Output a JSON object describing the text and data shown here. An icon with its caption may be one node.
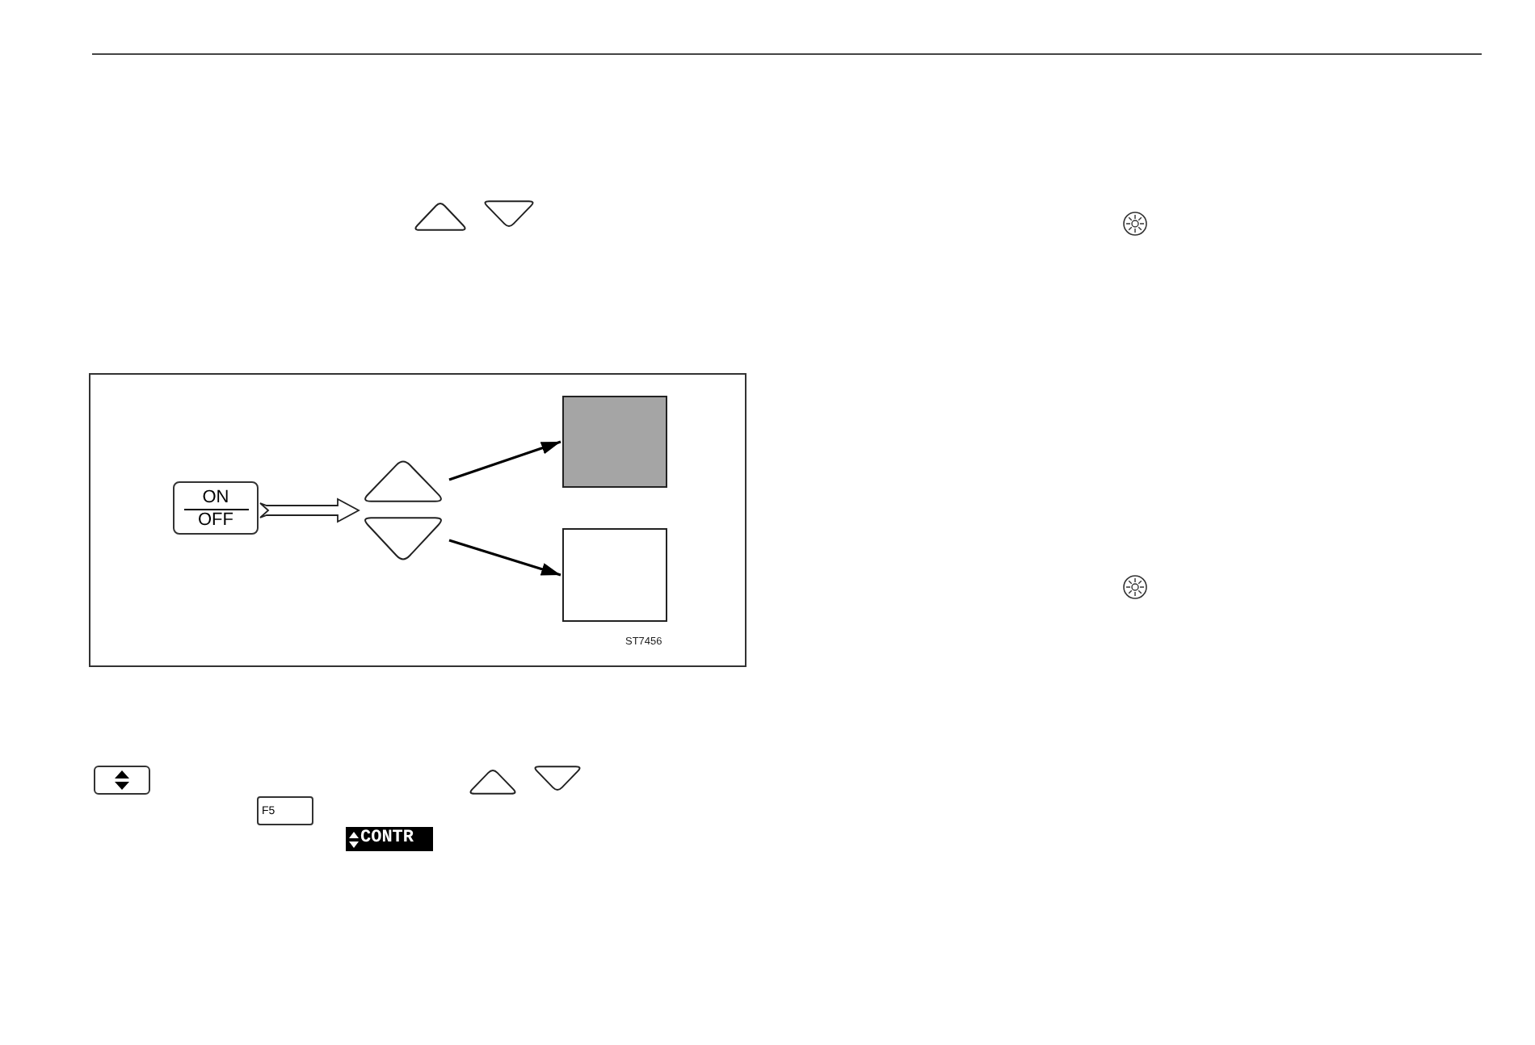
{
  "diagram": {
    "nodes": [
      {
        "text": [
          "ON",
          "OFF"
        ]
      },
      {
        "text": [],
        "shape": "triangle"
      },
      {
        "text": [],
        "shape": "triangle"
      },
      {
        "text": [],
        "shape": "box"
      },
      {
        "text": [],
        "shape": "box"
      },
      {
        "text": [
          "F5"
        ]
      },
      {
        "text": [
          "CONTR"
        ]
      }
    ],
    "edges": [
      {
        "from": 0,
        "to": 1,
        "arrow": "to",
        "style": "thick"
      },
      {
        "from": 0,
        "to": 2,
        "arrow": "to",
        "style": "thick"
      },
      {
        "from": 1,
        "to": 3,
        "arrow": "to"
      },
      {
        "from": 2,
        "to": 4,
        "arrow": "to"
      }
    ],
    "labels": [
      "ST7456"
    ]
  }
}
